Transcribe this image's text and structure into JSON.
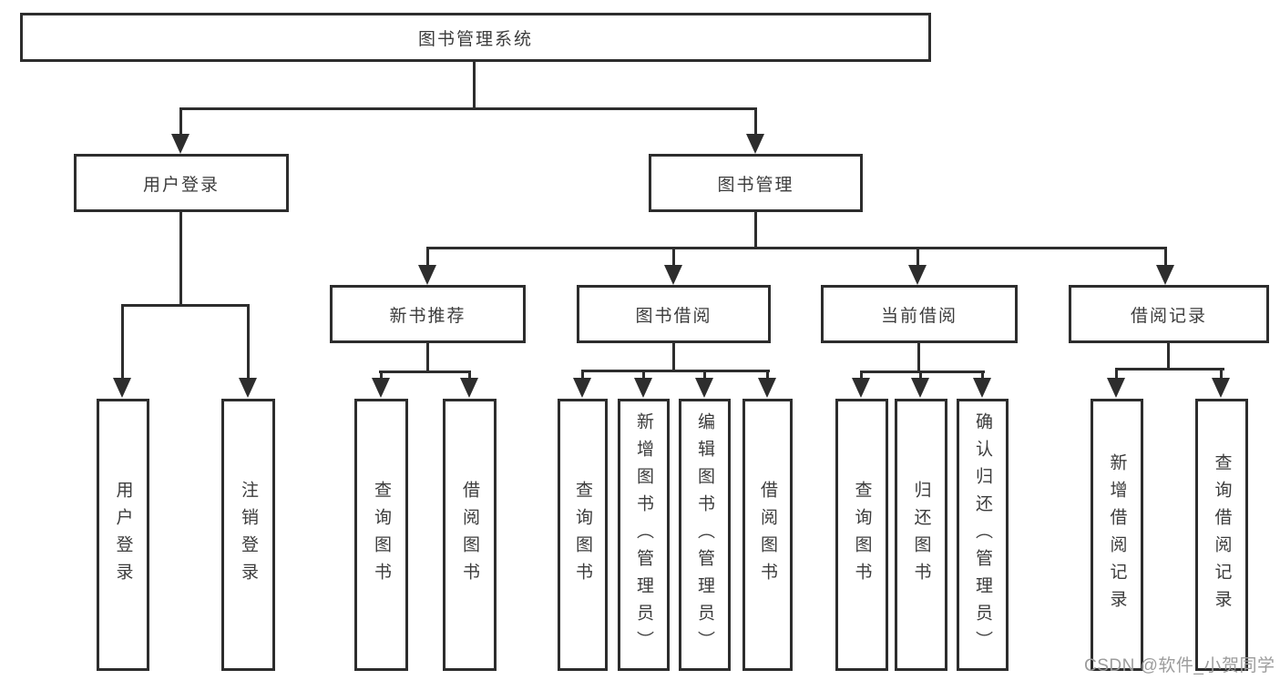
{
  "diagram": {
    "root": {
      "label": "图书管理系统"
    },
    "branches": {
      "user_login": {
        "label": "用户登录",
        "children": [
          {
            "label": "用户登录"
          },
          {
            "label": "注销登录"
          }
        ]
      },
      "book_management": {
        "label": "图书管理",
        "modules": {
          "new_book_recommend": {
            "label": "新书推荐",
            "children": [
              {
                "label": "查询图书"
              },
              {
                "label": "借阅图书"
              }
            ]
          },
          "book_borrowing": {
            "label": "图书借阅",
            "children": [
              {
                "label": "查询图书"
              },
              {
                "label": "新增图书（管理员）"
              },
              {
                "label": "编辑图书（管理员）"
              },
              {
                "label": "借阅图书"
              }
            ]
          },
          "current_borrowing": {
            "label": "当前借阅",
            "children": [
              {
                "label": "查询图书"
              },
              {
                "label": "归还图书"
              },
              {
                "label": "确认归还（管理员）"
              }
            ]
          },
          "borrowing_records": {
            "label": "借阅记录",
            "children": [
              {
                "label": "新增借阅记录"
              },
              {
                "label": "查询借阅记录"
              }
            ]
          }
        }
      }
    },
    "watermark": "CSDN @软件_小贺同学",
    "colors": {
      "line": "#2d2d2d",
      "text": "#3c3c3c",
      "background": "#ffffff",
      "watermark": "#9c9c9c"
    }
  }
}
